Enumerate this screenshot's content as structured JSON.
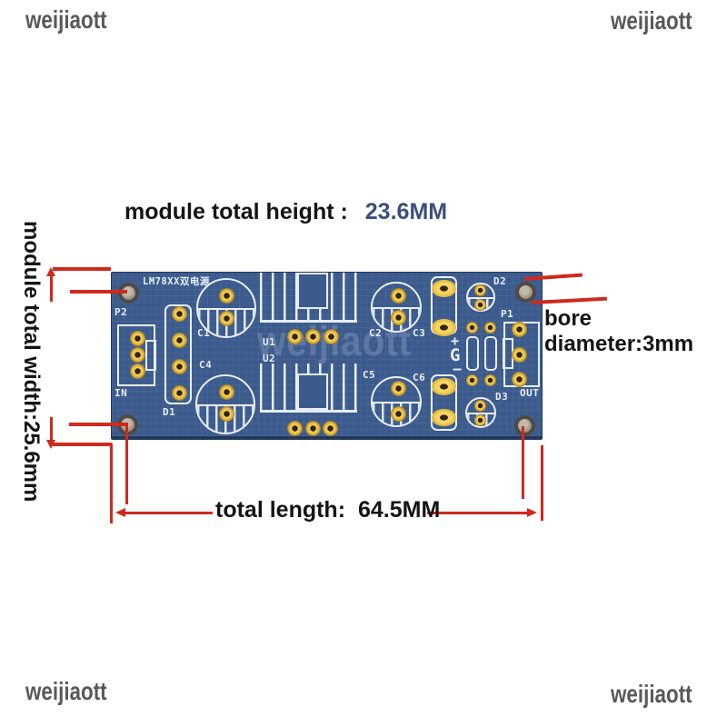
{
  "colors": {
    "board_blue": "#3c5b8d",
    "board_edge": "#23375a",
    "silkscreen": "#e8eef6",
    "pad_gold": "#e3b83c",
    "pad_gold_light": "#f6d467",
    "pad_hole_dark": "#33230f",
    "mount_hole_ring": "#4f4a45",
    "mount_hole_center": "#a2978b",
    "annotation_red": "#cf2a1d",
    "annotation_black": "#141414",
    "value_navy": "#3a4f7d",
    "watermark_gray": "#595959",
    "board_watermark_white": "rgba(255,255,255,0.17)"
  },
  "watermark": {
    "text": "weijiaott"
  },
  "annotations": {
    "height_label": "module total height :",
    "height_value": "23.6MM",
    "width_label": "module total width:25.6mm",
    "bore_label": "bore diameter:3mm",
    "length_label": "total length:",
    "length_value": "64.5MM"
  },
  "board": {
    "title": "LM78XX双电源",
    "labels": {
      "p2": "P2",
      "in": "IN",
      "d1": "D1",
      "c1": "C1",
      "c4": "C4",
      "u1": "U1",
      "u2": "U2",
      "c2": "C2",
      "c3": "C3",
      "c5": "C5",
      "c6": "C6",
      "d2": "D2",
      "p1": "P1",
      "d3": "D3",
      "out": "OUT",
      "plus": "+",
      "gnd": "G",
      "minus": "−"
    }
  }
}
